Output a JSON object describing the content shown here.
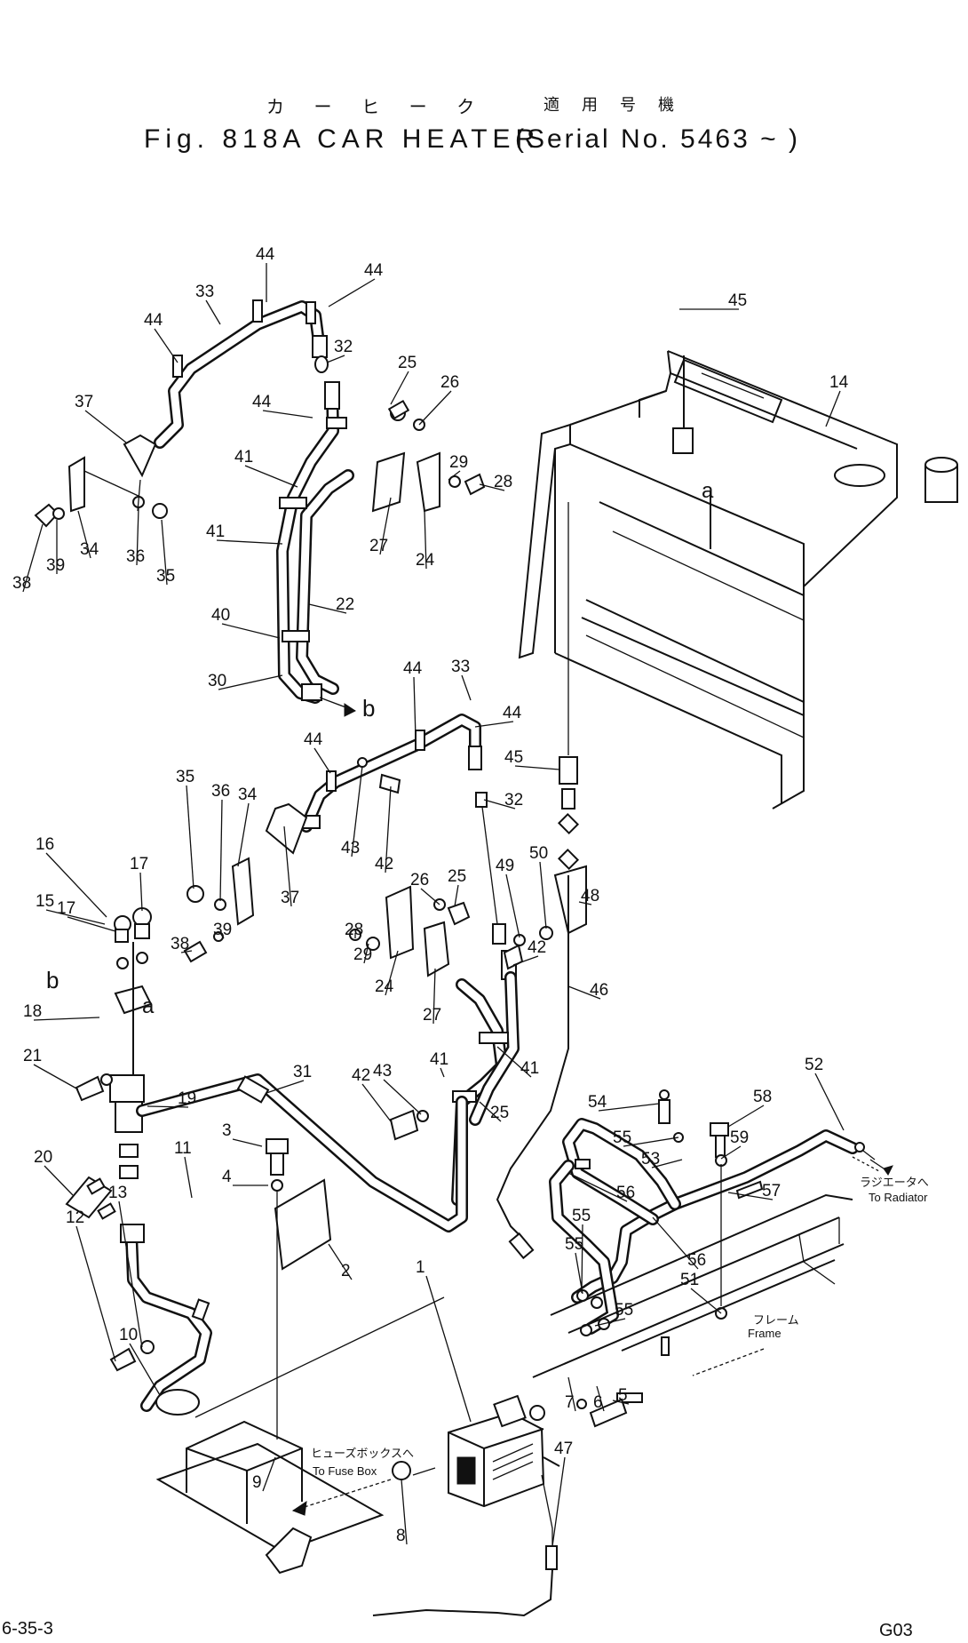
{
  "title": {
    "japanese": "カ ー ヒ ー ク",
    "japanese_serial": "適 用 号 機",
    "english": "Fig. 818A  CAR HEATER",
    "serial": "(Serial No. 5463 ~ )"
  },
  "footer": {
    "page_code": "6-35-3",
    "figure_code": "G03"
  },
  "annotations": {
    "to_radiator_jp": "ラジエータへ",
    "to_radiator": "To Radiator",
    "frame_jp": "フレーム",
    "frame": "Frame",
    "to_fuse_box_jp": "ヒューズボックスへ",
    "to_fuse_box": "To Fuse Box",
    "ref_a": "a",
    "ref_b": "b"
  },
  "part_labels": [
    "44",
    "44",
    "33",
    "44",
    "32",
    "25",
    "26",
    "44",
    "37",
    "41",
    "29",
    "28",
    "27",
    "24",
    "34",
    "36",
    "35",
    "38",
    "39",
    "41",
    "22",
    "40",
    "30",
    "45",
    "14",
    "33",
    "44",
    "44",
    "44",
    "35",
    "36",
    "34",
    "45",
    "32",
    "43",
    "42",
    "37",
    "16",
    "17",
    "17",
    "38",
    "39",
    "26",
    "25",
    "28",
    "29",
    "49",
    "50",
    "48",
    "15",
    "24",
    "27",
    "42",
    "46",
    "18",
    "21",
    "31",
    "19",
    "41",
    "41",
    "42",
    "43",
    "25",
    "20",
    "11",
    "3",
    "4",
    "13",
    "12",
    "52",
    "54",
    "58",
    "55",
    "55",
    "59",
    "53",
    "56",
    "57",
    "56",
    "2",
    "55",
    "51",
    "10",
    "55",
    "1",
    "7",
    "6",
    "5",
    "8",
    "47",
    "9"
  ]
}
